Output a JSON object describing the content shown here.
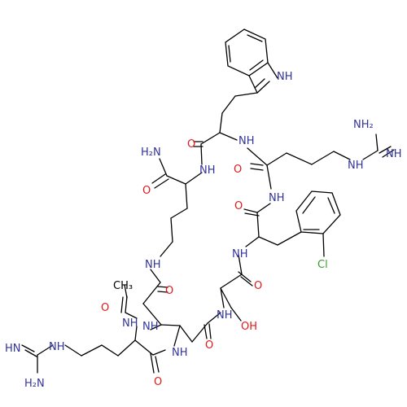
{
  "colors": {
    "bond": "#000000",
    "nitrogen": "#33339e",
    "oxygen": "#e0191a",
    "chlorine": "#33a02c",
    "background": "#ffffff"
  },
  "atoms": {
    "nh_indole": "NH",
    "nh2_guanidine_top": "NH₂",
    "nh_trp": "NH",
    "nh_guanidine_top_right": "NH",
    "nh_guanidine_top_link": "NH",
    "o_trp": "O",
    "h2n_amide": "H₂N",
    "o_amide_c": "O",
    "nh_lys": "NH",
    "o_arg_top": "O",
    "nh_arg_top": "NH",
    "nh_phe": "NH",
    "cl": "Cl",
    "nh_side_chain": "NH",
    "o_phe": "O",
    "o_lactam": "O",
    "o_acetyl": "O",
    "nh_ser": "NH",
    "oh_ser": "OH",
    "nh_acetyl": "NH",
    "ch3": "CH₃",
    "o_dap": "O",
    "nh_dap": "NH",
    "hn_guanidine_bottom": "HN",
    "nh_guanidine_bottom_link": "NH",
    "h2n_guanidine_bottom": "H₂N",
    "o_arg_bottom": "O"
  }
}
